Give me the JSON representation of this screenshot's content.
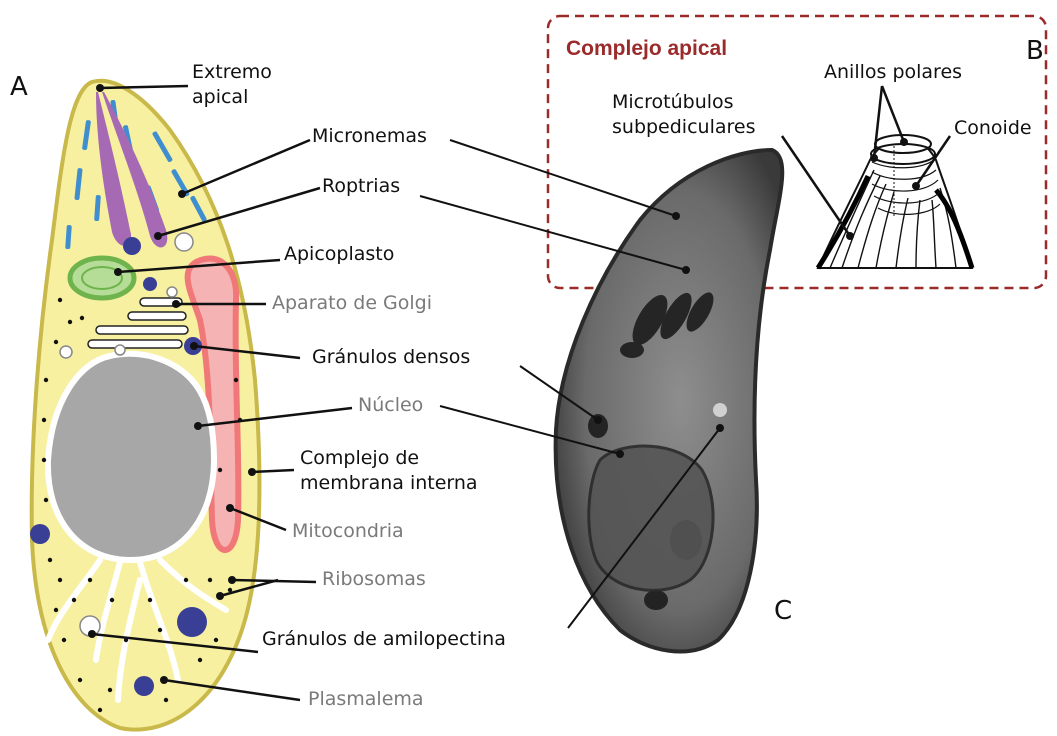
{
  "panels": {
    "a": "A",
    "b": "B",
    "c": "C"
  },
  "apical_box": {
    "title": "Complejo apical",
    "color": "#9b2b2b"
  },
  "labels": {
    "extremo_apical": "Extremo\napical",
    "micronemas": "Micronemas",
    "roptrias": "Roptrias",
    "apicoplasto": "Apicoplasto",
    "aparato_golgi": "Aparato de Golgi",
    "granulos_densos": "Gránulos densos",
    "nucleo": "Núcleo",
    "complejo_membrana": "Complejo de\nmembrana interna",
    "mitocondria": "Mitocondria",
    "ribosomas": "Ribosomas",
    "granulos_amilopectina": "Gránulos de amilopectina",
    "plasmalema": "Plasmalema",
    "microtubulos": "Microtúbulos\nsubpediculares",
    "anillos_polares": "Anillos polares",
    "conoide": "Conoide"
  },
  "colors": {
    "cytoplasm": "#f7f0a0",
    "outline": "#c9b84a",
    "micronemes": "#3f8fd0",
    "rhoptries": "#a66ab5",
    "apicoplast": "#8cc96a",
    "mitochondria": "#f08d8d",
    "nucleus": "#a7a7a7",
    "dense_granules": "#3a3f96",
    "label_gray": "#7a7a7a"
  }
}
